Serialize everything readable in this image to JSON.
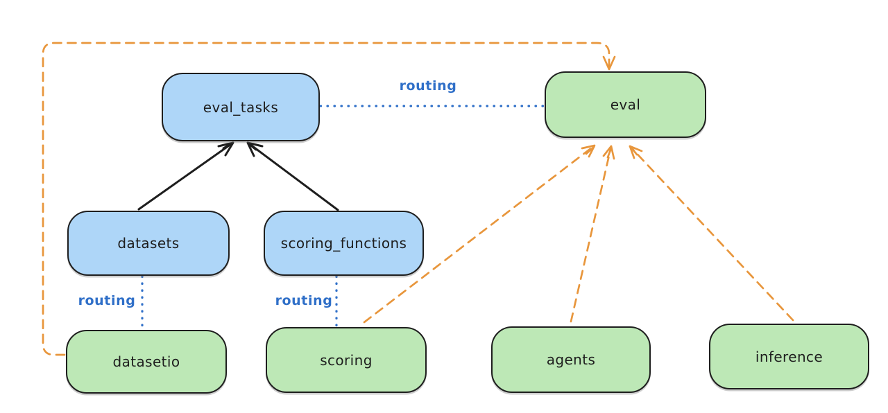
{
  "colors": {
    "background": "#ffffff",
    "node-blue-fill": "#aed6f8",
    "node-green-fill": "#bde8b6",
    "node-border": "#1e1e1e",
    "edge-black": "#1e1e1e",
    "edge-orange": "#e8963c",
    "edge-blue": "#2f6fc8"
  },
  "nodes": {
    "eval_tasks": {
      "label": "eval_tasks",
      "color": "blue"
    },
    "eval": {
      "label": "eval",
      "color": "green"
    },
    "datasets": {
      "label": "datasets",
      "color": "blue"
    },
    "scoring_functions": {
      "label": "scoring_functions",
      "color": "blue"
    },
    "datasetio": {
      "label": "datasetio",
      "color": "green"
    },
    "scoring": {
      "label": "scoring",
      "color": "green"
    },
    "agents": {
      "label": "agents",
      "color": "green"
    },
    "inference": {
      "label": "inference",
      "color": "green"
    }
  },
  "edges": [
    {
      "from": "datasets",
      "to": "eval_tasks",
      "style": "solid-black-arrow",
      "label": ""
    },
    {
      "from": "scoring_functions",
      "to": "eval_tasks",
      "style": "solid-black-arrow",
      "label": ""
    },
    {
      "from": "datasetio",
      "to": "eval",
      "style": "dashed-orange-arrow",
      "label": ""
    },
    {
      "from": "scoring",
      "to": "eval",
      "style": "dashed-orange-arrow",
      "label": ""
    },
    {
      "from": "agents",
      "to": "eval",
      "style": "dashed-orange-arrow",
      "label": ""
    },
    {
      "from": "inference",
      "to": "eval",
      "style": "dashed-orange-arrow",
      "label": ""
    },
    {
      "from": "eval_tasks",
      "to": "eval",
      "style": "dotted-blue",
      "label": "routing"
    },
    {
      "from": "datasets",
      "to": "datasetio",
      "style": "dotted-blue",
      "label": "routing"
    },
    {
      "from": "scoring_functions",
      "to": "scoring",
      "style": "dotted-blue",
      "label": "routing"
    }
  ]
}
